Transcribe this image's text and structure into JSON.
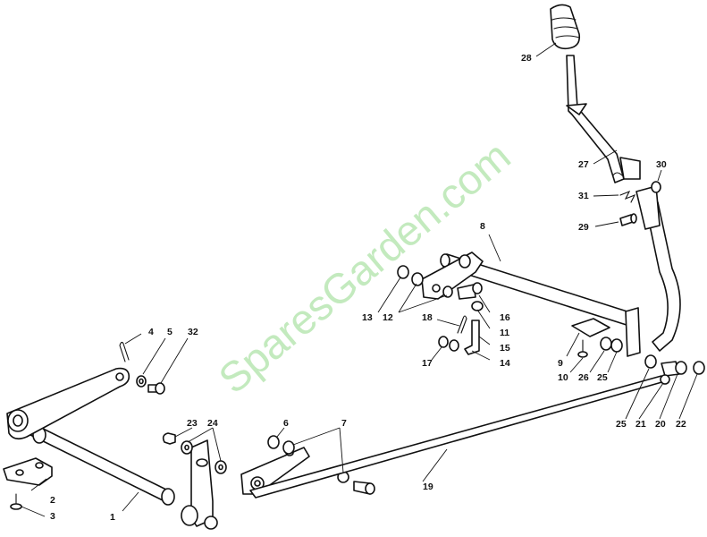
{
  "watermark": "SparesGarden.com",
  "callouts": [
    {
      "id": "c1",
      "label": "1"
    },
    {
      "id": "c2",
      "label": "2"
    },
    {
      "id": "c3",
      "label": "3"
    },
    {
      "id": "c4",
      "label": "4"
    },
    {
      "id": "c5",
      "label": "5"
    },
    {
      "id": "c6",
      "label": "6"
    },
    {
      "id": "c7",
      "label": "7"
    },
    {
      "id": "c8",
      "label": "8"
    },
    {
      "id": "c9",
      "label": "9"
    },
    {
      "id": "c10",
      "label": "10"
    },
    {
      "id": "c11",
      "label": "11"
    },
    {
      "id": "c12",
      "label": "12"
    },
    {
      "id": "c13",
      "label": "13"
    },
    {
      "id": "c14",
      "label": "14"
    },
    {
      "id": "c15",
      "label": "15"
    },
    {
      "id": "c16",
      "label": "16"
    },
    {
      "id": "c17",
      "label": "17"
    },
    {
      "id": "c18",
      "label": "18"
    },
    {
      "id": "c19",
      "label": "19"
    },
    {
      "id": "c20",
      "label": "20"
    },
    {
      "id": "c21",
      "label": "21"
    },
    {
      "id": "c22",
      "label": "22"
    },
    {
      "id": "c23",
      "label": "23"
    },
    {
      "id": "c24",
      "label": "24"
    },
    {
      "id": "c25a",
      "label": "25"
    },
    {
      "id": "c25b",
      "label": "25"
    },
    {
      "id": "c26",
      "label": "26"
    },
    {
      "id": "c27",
      "label": "27"
    },
    {
      "id": "c28",
      "label": "28"
    },
    {
      "id": "c29",
      "label": "29"
    },
    {
      "id": "c30",
      "label": "30"
    },
    {
      "id": "c31",
      "label": "31"
    },
    {
      "id": "c32",
      "label": "32"
    }
  ]
}
